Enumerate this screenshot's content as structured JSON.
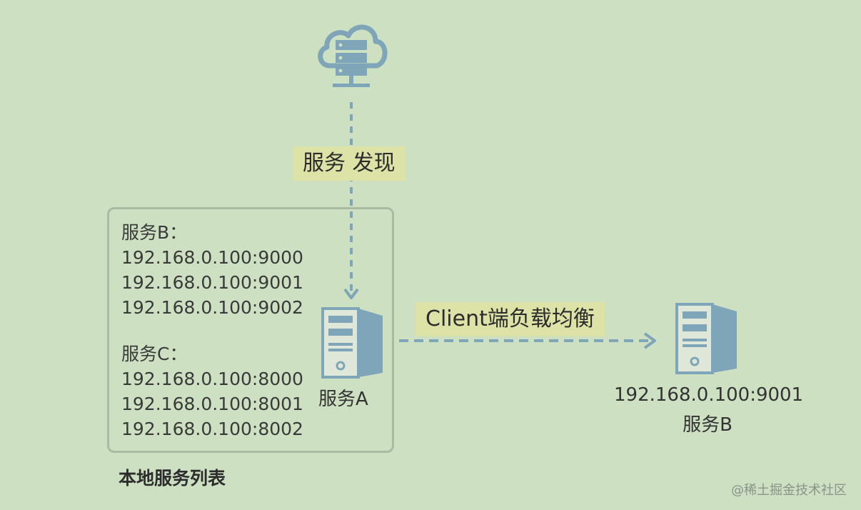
{
  "diagram": {
    "discovery_label": "服务 发现",
    "load_balance_label": "Client端负载均衡",
    "local_list": {
      "title": "本地服务列表",
      "service_b": {
        "name": "服务B：",
        "addresses": [
          "192.168.0.100:9000",
          "192.168.0.100:9001",
          "192.168.0.100:9002"
        ]
      },
      "service_c": {
        "name": "服务C：",
        "addresses": [
          "192.168.0.100:8000",
          "192.168.0.100:8001",
          "192.168.0.100:8002"
        ]
      }
    },
    "service_a_label": "服务A",
    "target": {
      "address": "192.168.0.100:9001",
      "label": "服务B"
    }
  },
  "watermark": "@稀土掘金技术社区",
  "colors": {
    "background": "#cde0c2",
    "accent_blue": "#7ea6b8",
    "label_bg": "#dde2a6",
    "box_border": "#a9bba2"
  },
  "icons": [
    "cloud-server-icon",
    "server-icon"
  ]
}
